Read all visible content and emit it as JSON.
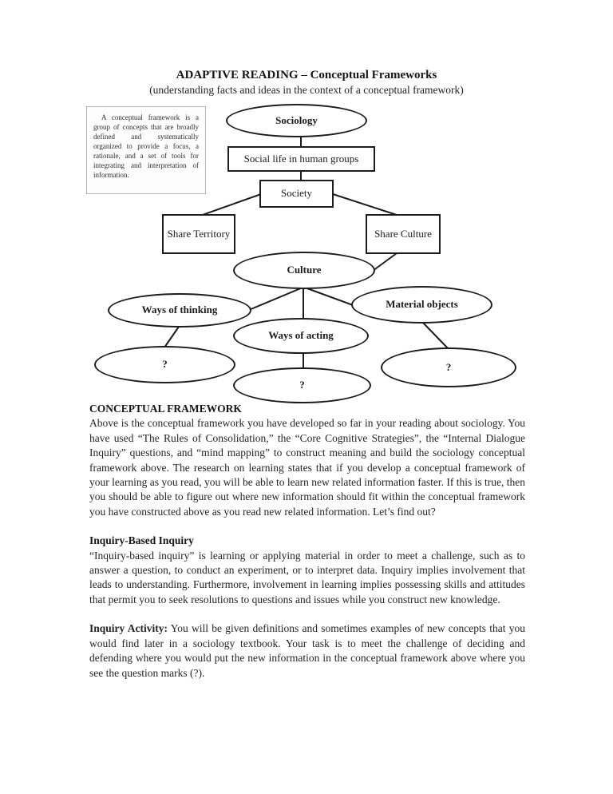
{
  "page": {
    "title": "ADAPTIVE READING – Conceptual Frameworks",
    "subtitle": "(understanding facts and ideas in the context of a conceptual framework)"
  },
  "diagram": {
    "definition_box": "A conceptual framework is a group of concepts that are broadly defined and systematically organized to provide a focus, a rationale, and a set of tools for integrating and interpretation of information.",
    "nodes": {
      "sociology": "Sociology",
      "social_life": "Social life in human groups",
      "society": "Society",
      "share_territory": "Share Territory",
      "share_culture": "Share Culture",
      "culture": "Culture",
      "ways_of_thinking": "Ways of thinking",
      "ways_of_acting": "Ways of acting",
      "material_objects": "Material objects",
      "question_left": "?",
      "question_center": "?",
      "question_right": "?"
    }
  },
  "sections": [
    {
      "heading": "CONCEPTUAL FRAMEWORK",
      "body": "Above is the conceptual framework you have developed so far in your reading about sociology. You have used “The Rules of Consolidation,” the “Core Cognitive Strategies”, the “Internal Dialogue Inquiry” questions, and “mind mapping” to construct meaning and build the sociology conceptual framework above. The research on learning states that if you develop a conceptual framework of your learning as you read, you will be able to learn new related information faster.  If this is true, then you should be able to figure out where new information should fit within the conceptual framework you have constructed above as you read new related information. Let’s find out?"
    },
    {
      "heading": "Inquiry-Based Inquiry",
      "body": "“Inquiry-based inquiry” is learning or applying material in order to meet a challenge, such as to answer a question, to conduct an experiment, or to interpret data. Inquiry implies involvement that leads to understanding. Furthermore, involvement in learning implies possessing skills and attitudes that permit you to seek resolutions to questions and issues while you construct new knowledge."
    },
    {
      "heading": "Inquiry Activity:",
      "body": "You will be given definitions and sometimes examples of new concepts that you would find later in a sociology textbook. Your task is to meet the challenge of deciding and defending where you would put the new information in the conceptual framework above where you see the question marks (?)."
    }
  ]
}
